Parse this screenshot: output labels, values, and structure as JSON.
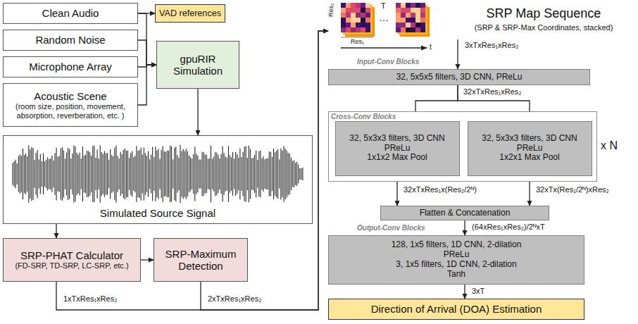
{
  "diagram": {
    "nodes": [
      {
        "text": [
          "Clean Audio"
        ]
      },
      {
        "text": [
          "Random Noise"
        ]
      },
      {
        "text": [
          "Microphone Array"
        ]
      },
      {
        "text": [
          "Acoustic Scene",
          "(room size, position, movement, absorption, reverberation, etc. )"
        ]
      },
      {
        "text": [
          "VAD references"
        ]
      },
      {
        "text": [
          "gpuRIR Simulation"
        ]
      },
      {
        "text": [
          "Simulated Source Signal"
        ]
      },
      {
        "text": [
          "SRP-PHAT Calculator",
          "(FD-SRP, TD-SRP, LC-SRP, etc.)"
        ]
      },
      {
        "text": [
          "SRP-Maximum Detection"
        ]
      },
      {
        "text": [
          "SRP Map Sequence",
          "(SRP & SRP-Max Coordinates, stacked)"
        ]
      },
      {
        "text": [
          "Input-Conv Blocks",
          "32, 5x5x5 filters, 3D CNN, PReLu"
        ]
      },
      {
        "text": [
          "Cross-Conv Blocks"
        ]
      },
      {
        "text": [
          "32, 5x3x3 filters, 3D CNN",
          "PReLu",
          "1x1x2 Max Pool"
        ],
        "in": 11
      },
      {
        "text": [
          "32, 5x3x3 filters, 3D CNN",
          "PReLu",
          "1x2x1 Max Pool"
        ],
        "in": 11
      },
      {
        "text": [
          "Flatten & Concatenation"
        ]
      },
      {
        "text": [
          "Output-Conv Blocks",
          "128, 1x5 filters, 1D CNN, 2-dilation",
          "PReLu",
          "3, 1x5 filters, 1D CNN, 2-dilation",
          "Tanh"
        ]
      },
      {
        "text": [
          "Direction of Arrival (DOA) Estimation"
        ]
      }
    ],
    "edges": [
      {
        "from": 0,
        "to": 4,
        "arrow": "to"
      },
      {
        "from": 0,
        "to": 5,
        "arrow": "to"
      },
      {
        "from": 1,
        "to": 5,
        "arrow": "to"
      },
      {
        "from": 2,
        "to": 5,
        "arrow": "to"
      },
      {
        "from": 3,
        "to": 5,
        "arrow": "to"
      },
      {
        "from": 5,
        "to": 6,
        "arrow": "to"
      },
      {
        "from": 6,
        "to": 7,
        "arrow": "to"
      },
      {
        "from": 7,
        "to": 8,
        "arrow": "to"
      },
      {
        "from": 7,
        "to": 9,
        "label": "1xTxRes₁xRes₂",
        "arrow": "to"
      },
      {
        "from": 8,
        "to": 9,
        "label": "2xTxRes₁xRes₂",
        "arrow": "to"
      },
      {
        "from": 9,
        "to": 10,
        "label": "3xTxRes₁xRes₂",
        "arrow": "to"
      },
      {
        "from": 10,
        "to": 12,
        "arrow": "to"
      },
      {
        "from": 10,
        "to": 13,
        "arrow": "to"
      },
      {
        "from": 12,
        "to": 14,
        "label": "32xTxRes₁x(Res₂/2ᴺ)",
        "arrow": "to"
      },
      {
        "from": 13,
        "to": 14,
        "label": "32xTx(Res₁/2ᴺ)xRes₂",
        "arrow": "to"
      },
      {
        "from": 14,
        "to": 15,
        "label": "(64xRes₁xRes₂)/2ᴺxT",
        "arrow": "to"
      },
      {
        "from": 15,
        "to": 16,
        "label": "3xT",
        "arrow": "to"
      }
    ],
    "labels": [
      "Res₂",
      "Res₁",
      "T",
      "…",
      "t",
      "32xTxRes₁xRes₂",
      "x N"
    ]
  }
}
